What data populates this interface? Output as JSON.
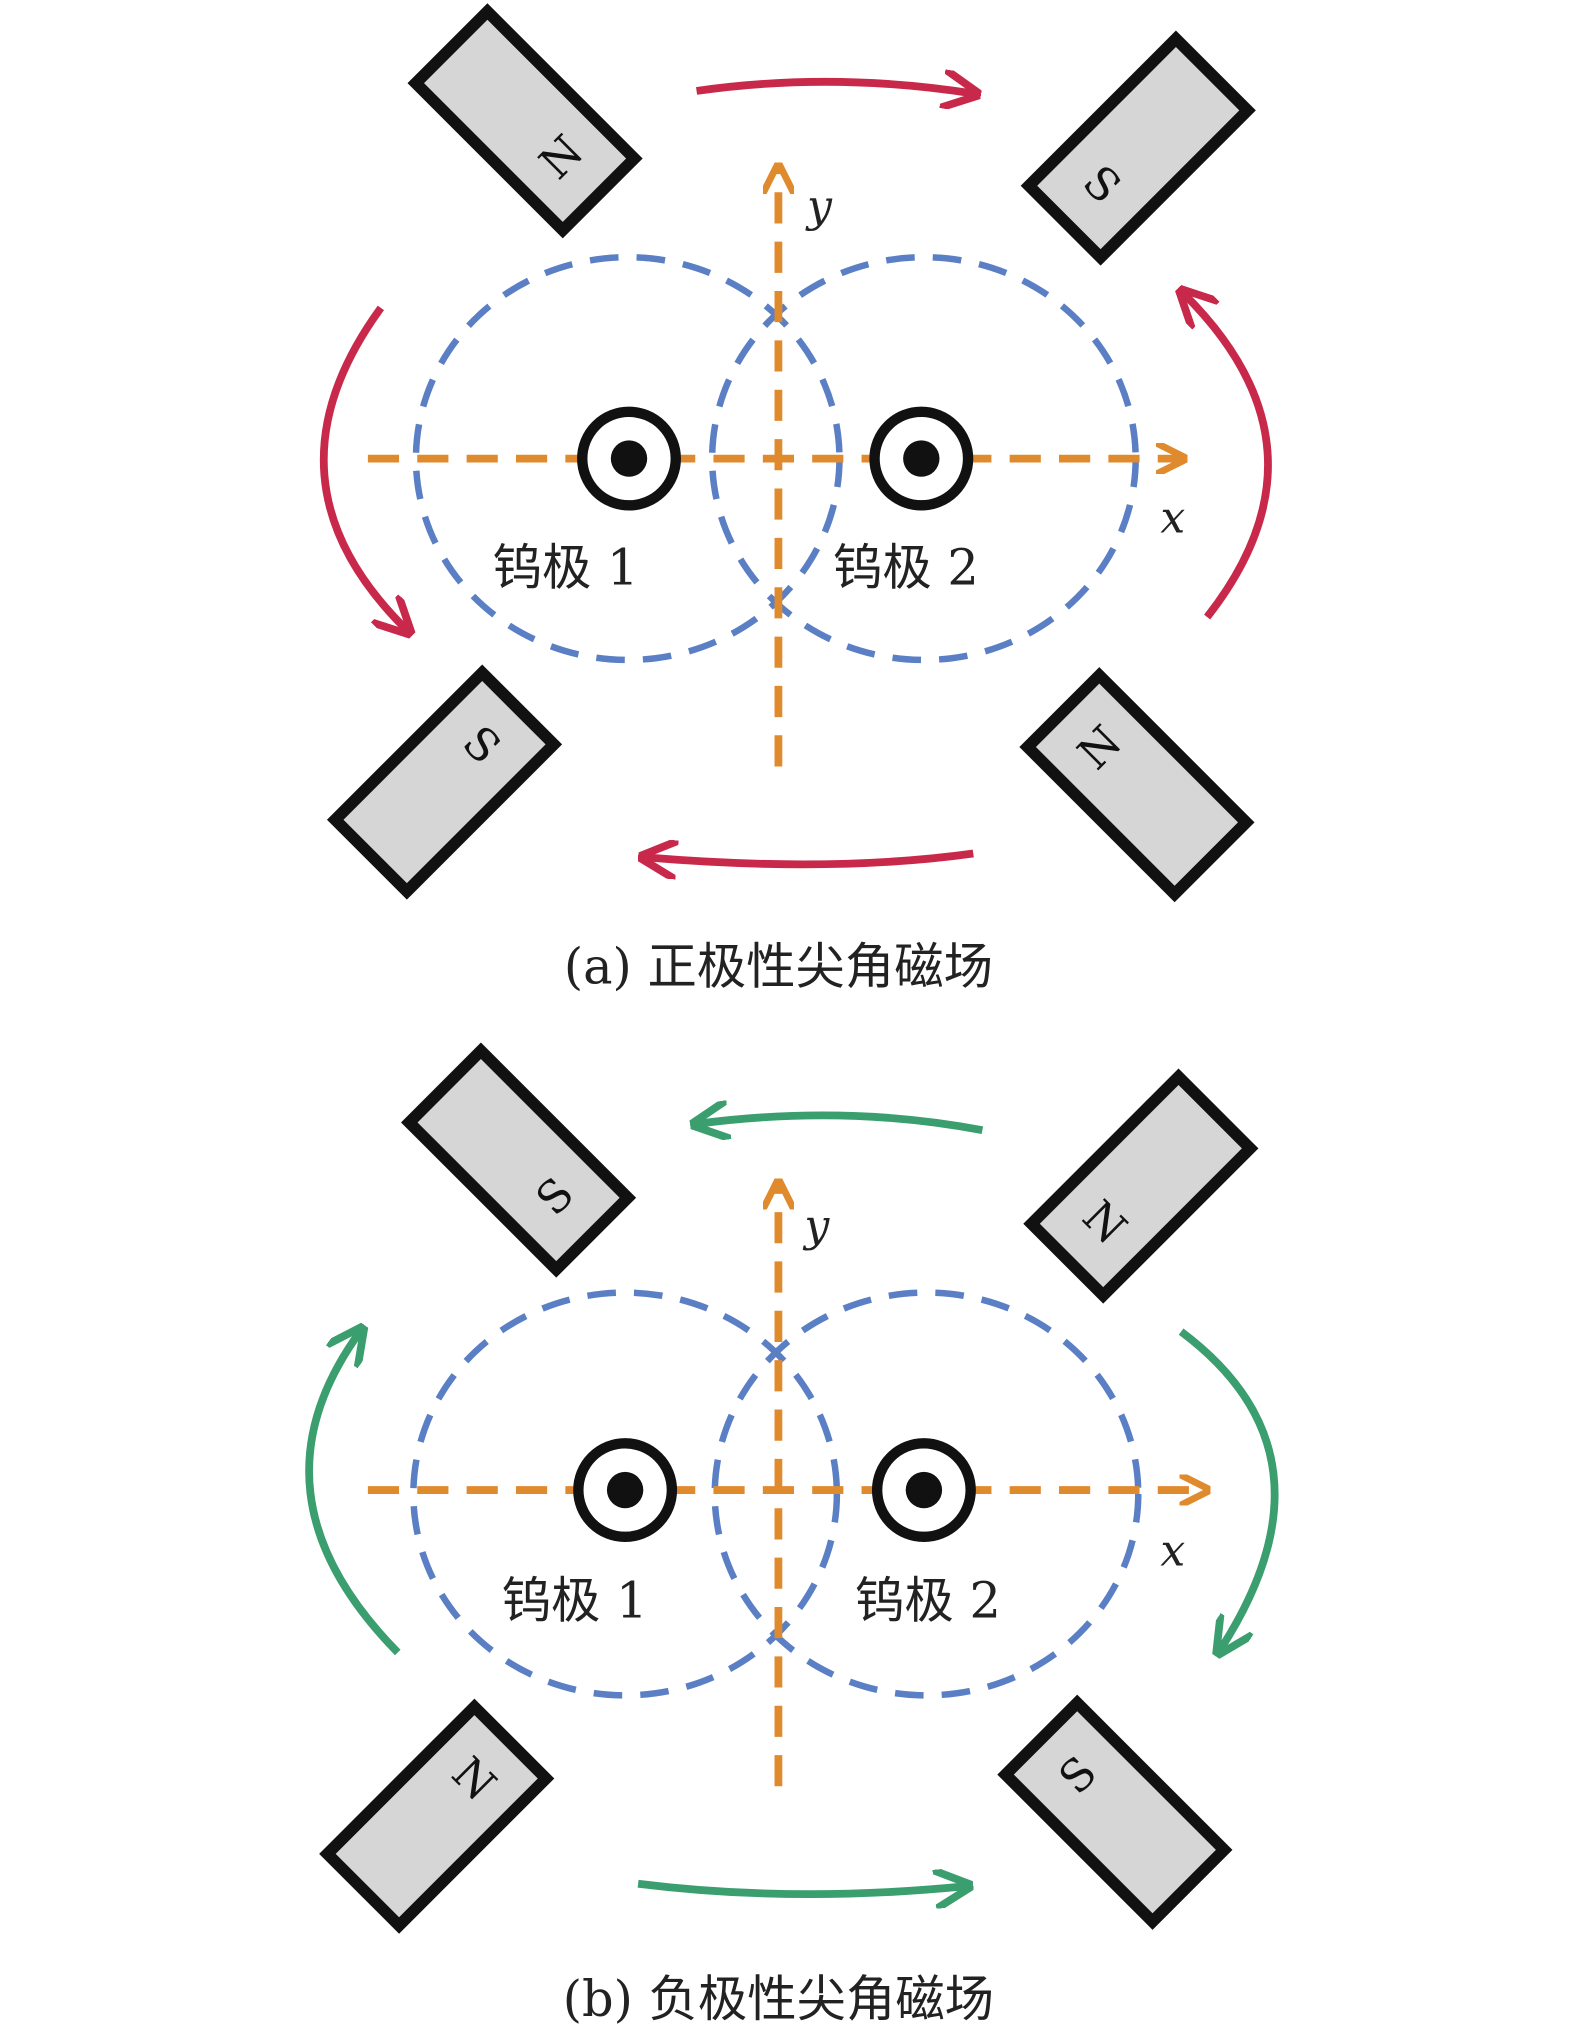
{
  "panels": [
    {
      "caption": "(a) 正极性尖角磁场",
      "magnets": {
        "top_left": "N",
        "top_right": "S",
        "bottom_left": "S",
        "bottom_right": "N"
      },
      "electrodes": [
        "钨极 1",
        "钨极 2"
      ],
      "axes": {
        "x": "x",
        "y": "y"
      },
      "field_color": "#c8294a",
      "field_direction": "clockwise"
    },
    {
      "caption": "(b) 负极性尖角磁场",
      "magnets": {
        "top_left": "S",
        "top_right": "N",
        "bottom_left": "N",
        "bottom_right": "S"
      },
      "electrodes": [
        "钨极 1",
        "钨极 2"
      ],
      "axes": {
        "x": "x",
        "y": "y"
      },
      "field_color": "#3a9e6e",
      "field_direction": "counterclockwise"
    }
  ]
}
